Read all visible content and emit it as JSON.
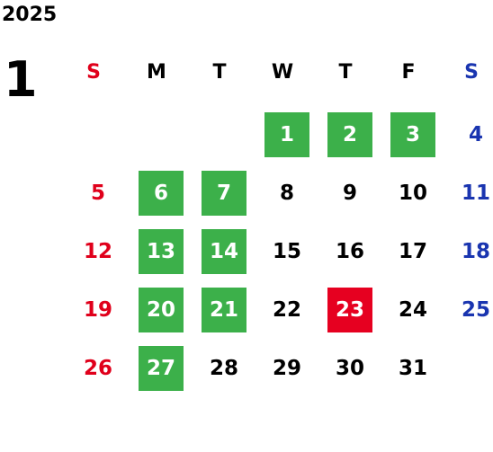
{
  "year": "2025",
  "month": "1",
  "weekdays": [
    "S",
    "M",
    "T",
    "W",
    "T",
    "F",
    "S"
  ],
  "colors": {
    "sunday": "#e0001b",
    "saturday": "#1a35b0",
    "highlight_green": "#3cb04a",
    "highlight_red": "#e60020"
  },
  "weeks": [
    [
      "",
      "",
      "",
      "1",
      "2",
      "3",
      "4"
    ],
    [
      "5",
      "6",
      "7",
      "8",
      "9",
      "10",
      "11"
    ],
    [
      "12",
      "13",
      "14",
      "15",
      "16",
      "17",
      "18"
    ],
    [
      "19",
      "20",
      "21",
      "22",
      "23",
      "24",
      "25"
    ],
    [
      "26",
      "27",
      "28",
      "29",
      "30",
      "31",
      ""
    ]
  ],
  "highlight_green": [
    "1",
    "2",
    "3",
    "6",
    "7",
    "13",
    "14",
    "20",
    "21",
    "27"
  ],
  "highlight_red": [
    "23"
  ]
}
